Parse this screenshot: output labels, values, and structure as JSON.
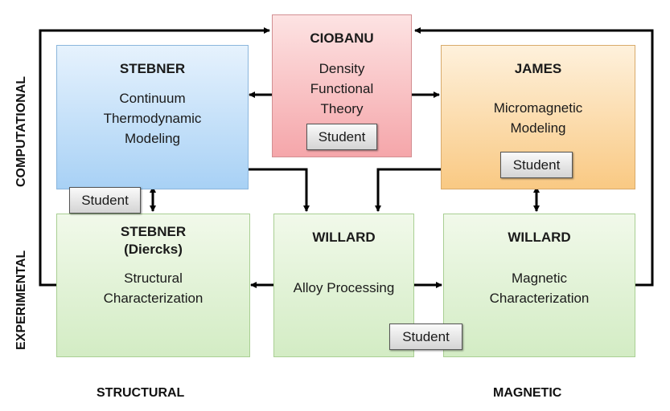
{
  "axis_labels": {
    "computational": "COMPUTATIONAL",
    "experimental": "EXPERIMENTAL",
    "structural": "STRUCTURAL",
    "magnetic": "MAGNETIC"
  },
  "boxes": {
    "stebner_computational": {
      "title": "STEBNER",
      "lines": [
        "Continuum",
        "Thermodynamic",
        "Modeling"
      ],
      "color": "#a8d1f5"
    },
    "ciobanu": {
      "title": "CIOBANU",
      "lines": [
        "Density",
        "Functional",
        "Theory"
      ],
      "color": "#f5a6aa"
    },
    "james": {
      "title": "JAMES",
      "lines": [
        "Micromagnetic",
        "Modeling"
      ],
      "color": "#f9c983"
    },
    "stebner_diercks": {
      "title_lines": [
        "STEBNER",
        "(Diercks)"
      ],
      "lines": [
        "Structural",
        "Characterization"
      ],
      "color": "#d3ecc4"
    },
    "willard_processing": {
      "title": "WILLARD",
      "lines": [
        "Alloy Processing"
      ],
      "color": "#d3ecc4"
    },
    "willard_magnetic": {
      "title": "WILLARD",
      "lines": [
        "Magnetic",
        "Characterization"
      ],
      "color": "#d3ecc4"
    }
  },
  "students": {
    "ciobanu_student": "Student",
    "james_student": "Student",
    "stebner_student": "Student",
    "willard_student": "Student"
  }
}
